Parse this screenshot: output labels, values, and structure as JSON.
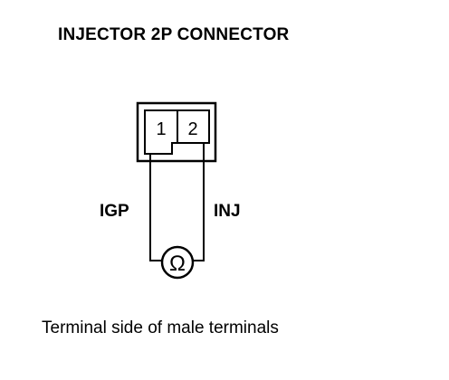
{
  "title": "INJECTOR 2P CONNECTOR",
  "connector": {
    "pin_1": "1",
    "pin_2": "2"
  },
  "wires": {
    "left_label": "IGP",
    "right_label": "INJ"
  },
  "meter": {
    "symbol": "Ω"
  },
  "caption": "Terminal side of male terminals"
}
